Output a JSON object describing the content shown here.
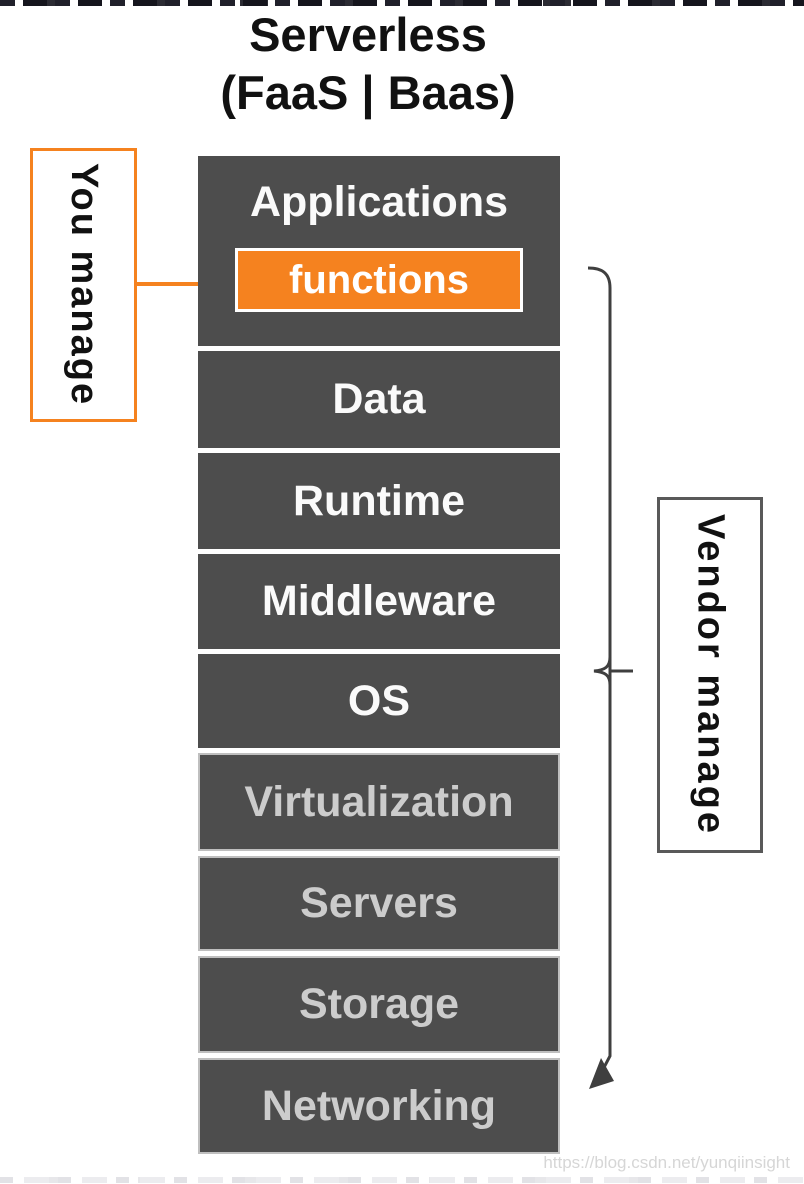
{
  "title": {
    "line1": "Serverless",
    "line2": "(FaaS | Baas)"
  },
  "annotations": {
    "you_manage": "You manage",
    "vendor_manage": "Vendor manage"
  },
  "stack": {
    "application_layer": {
      "label": "Applications",
      "highlight_label": "functions"
    },
    "layers": [
      "Data",
      "Runtime",
      "Middleware",
      "OS",
      "Virtualization",
      "Servers",
      "Storage",
      "Networking"
    ]
  },
  "watermark": "https://blog.csdn.net/yunqiinsight",
  "colors": {
    "accent_orange": "#F5821F",
    "block_gray": "#4D4D4D",
    "bright_text": "#FAFAFA",
    "dim_text": "#CCCCCC",
    "dim_border": "#BFBFBF",
    "bracket_gray": "#3F3F3F",
    "vendor_border_gray": "#595959",
    "watermark_gray": "#D6D6D6"
  }
}
